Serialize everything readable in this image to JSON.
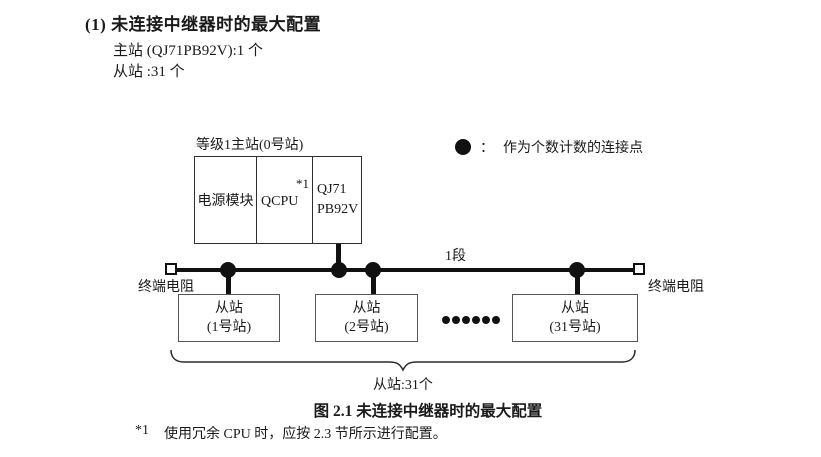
{
  "page": {
    "heading": "(1) 未连接中继器时的最大配置",
    "master_line": "主站 (QJ71PB92V):1 个",
    "slave_line": "从站 :31 个"
  },
  "diagram": {
    "master_station": {
      "label": "等级1主站(0号站)",
      "modules": [
        {
          "name": "电源模块"
        },
        {
          "name": "QCPU",
          "note_ref": "*1"
        },
        {
          "name_line1": "QJ71",
          "name_line2": "PB92V"
        }
      ]
    },
    "legend": {
      "icon": "connection-point-dot",
      "separator": "：",
      "text": "作为个数计数的连接点"
    },
    "segment_label": "1段",
    "terminator_left": "终端电阻",
    "terminator_right": "终端电阻",
    "slaves": [
      {
        "line1": "从站",
        "line2": "(1号站)"
      },
      {
        "line1": "从站",
        "line2": "(2号站)"
      },
      {
        "line1": "从站",
        "line2": "(31号站)"
      }
    ],
    "ellipsis_dots": 6,
    "brace_label": "从站:31个"
  },
  "caption": "图 2.1 未连接中继器时的最大配置",
  "footnote": {
    "marker": "*1",
    "text": "使用冗余 CPU 时，应按 2.3 节所示进行配置。"
  },
  "colors": {
    "ink": "#1a1a1a",
    "line": "#111111",
    "slave_box_border": "#575757"
  }
}
